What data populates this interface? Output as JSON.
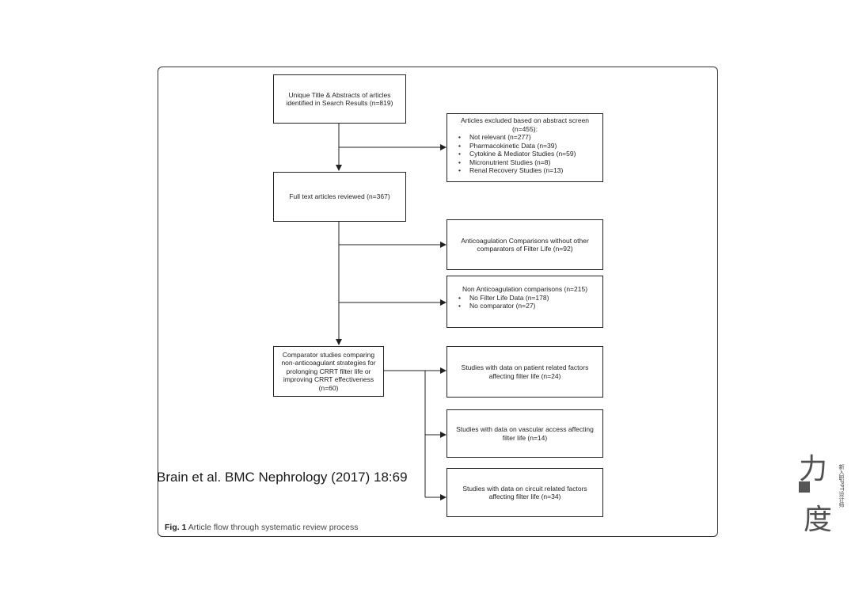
{
  "diagram": {
    "box_search": "Unique Title & Abstracts of articles identified in Search Results (n=819)",
    "box_fulltext": "Full text articles reviewed (n=367)",
    "box_comparator": "Comparator studies comparing non-anticoagulant strategies for prolonging CRRT filter life or improving CRRT effectiveness (n=60)",
    "excluded": {
      "heading": "Articles excluded based on abstract screen (n=455):",
      "items": [
        "Not relevant (n=277)",
        "Pharmacokinetic Data (n=39)",
        "Cytokine & Mediator Studies (n=59)",
        "Micronutrient Studies (n=8)",
        "Renal Recovery Studies (n=13)"
      ]
    },
    "box_anticoag": "Anticoagulation Comparisons without other comparators of Filter Life (n=92)",
    "non_anticoag": {
      "heading": "Non Anticoagulation comparisons (n=215)",
      "items": [
        "No Filter Life Data (n=178)",
        "No comparator (n=27)"
      ]
    },
    "box_patient": "Studies with data on patient related factors affecting filter life (n=24)",
    "box_vascular": "Studies with data on vascular access affecting filter life (n=14)",
    "box_circuit": "Studies with data on circuit related factors affecting filter life (n=34)"
  },
  "caption": {
    "label": "Fig. 1",
    "text": "Article flow through systematic review process"
  },
  "citation": "Brain et al. BMC Nephrology (2017) 18:69",
  "watermark": {
    "lines": [
      "力",
      "度"
    ],
    "side_text": "新入职PPT设计师"
  }
}
